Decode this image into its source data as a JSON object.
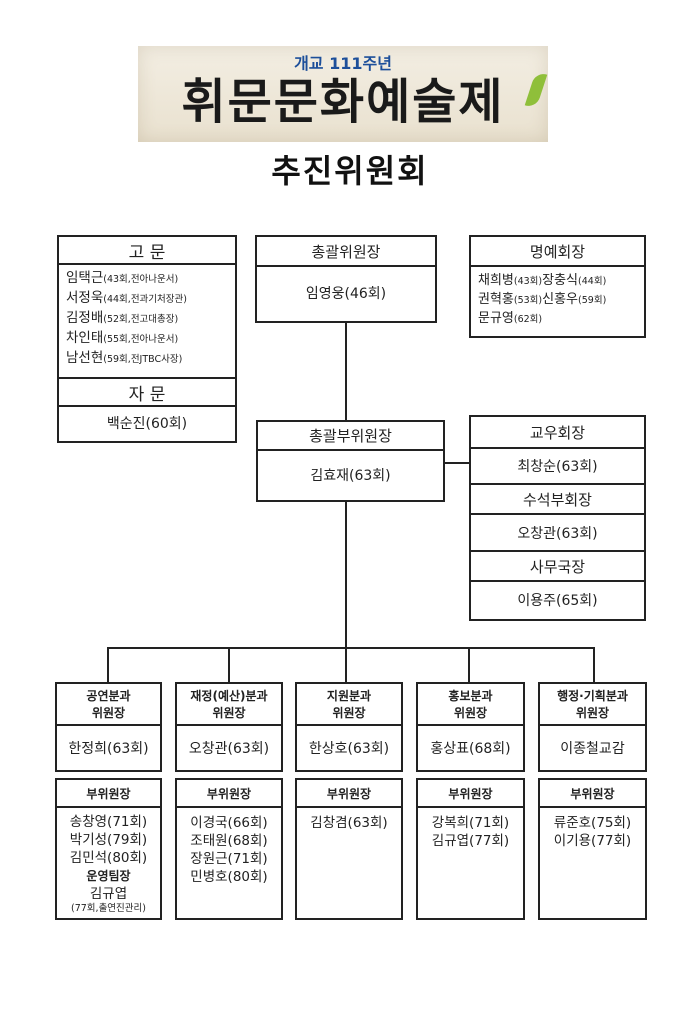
{
  "banner": {
    "subtitle": "개교 111주년",
    "title": "휘문문화예술제"
  },
  "heading": "추진위원회",
  "advisors": {
    "header": "고 문",
    "members": [
      {
        "name": "임택근",
        "note": "(43회,전아나운서)"
      },
      {
        "name": "서정욱",
        "note": "(44회,전과기처장관)"
      },
      {
        "name": "김정배",
        "note": "(52회,전고대총장)"
      },
      {
        "name": "차인태",
        "note": "(55회,전아나운서)"
      },
      {
        "name": "남선현",
        "note": "(59회,전JTBC사장)"
      }
    ],
    "consult_header": "자 문",
    "consult_member": "백순진(60회)"
  },
  "chair": {
    "header": "총괄위원장",
    "member": "임영웅(46회)"
  },
  "honorary": {
    "header": "명예회장",
    "members": [
      {
        "name": "채희병",
        "note": "(43회)"
      },
      {
        "name": "장충식",
        "note": "(44회)"
      },
      {
        "name": "권혁홍",
        "note": "(53회)"
      },
      {
        "name": "신홍우",
        "note": "(59회)"
      },
      {
        "name": "문규영",
        "note": "(62회)"
      }
    ]
  },
  "vice_chair": {
    "header": "총괄부위원장",
    "member": "김효재(63회)"
  },
  "right_stack": [
    {
      "header": "교우회장",
      "member": "최창순(63회)"
    },
    {
      "header": "수석부회장",
      "member": "오창관(63회)"
    },
    {
      "header": "사무국장",
      "member": "이용주(65회)"
    }
  ],
  "divisions": [
    {
      "title1": "공연분과",
      "title2": "위원장",
      "chair": "한정희(63회)",
      "deputy_header": "부위원장",
      "deputies": [
        "송창영(71회)",
        "박기성(79회)",
        "김민석(80회)"
      ],
      "extra_header": "운영팀장",
      "extra_name": "김규엽",
      "extra_note": "(77회,출연진관리)"
    },
    {
      "title1": "재정(예산)분과",
      "title2": "위원장",
      "chair": "오창관(63회)",
      "deputy_header": "부위원장",
      "deputies": [
        "이경국(66회)",
        "조태원(68회)",
        "장원근(71회)",
        "민병호(80회)"
      ]
    },
    {
      "title1": "지원분과",
      "title2": "위원장",
      "chair": "한상호(63회)",
      "deputy_header": "부위원장",
      "deputies": [
        "김창겸(63회)"
      ]
    },
    {
      "title1": "홍보분과",
      "title2": "위원장",
      "chair": "홍상표(68회)",
      "deputy_header": "부위원장",
      "deputies": [
        "강복희(71회)",
        "김규엽(77회)"
      ]
    },
    {
      "title1": "행정·기획분과",
      "title2": "위원장",
      "chair": "이종철교감",
      "deputy_header": "부위원장",
      "deputies": [
        "류준호(75회)",
        "이기용(77회)"
      ]
    }
  ]
}
